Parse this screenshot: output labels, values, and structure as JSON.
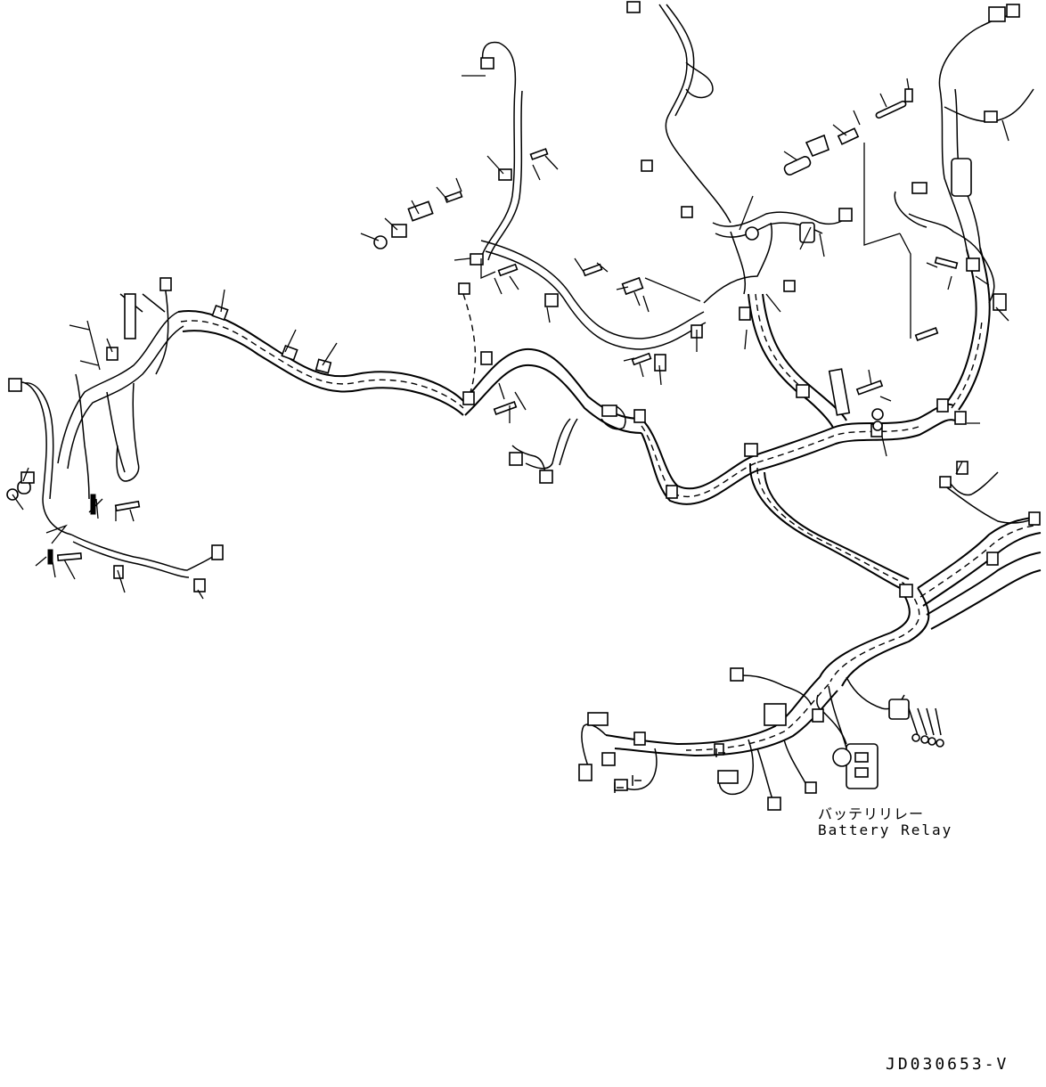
{
  "diagram": {
    "callout_label_jp": "バッテリリレー",
    "callout_label_en": "Battery Relay",
    "drawing_code": "JD030653-V"
  }
}
